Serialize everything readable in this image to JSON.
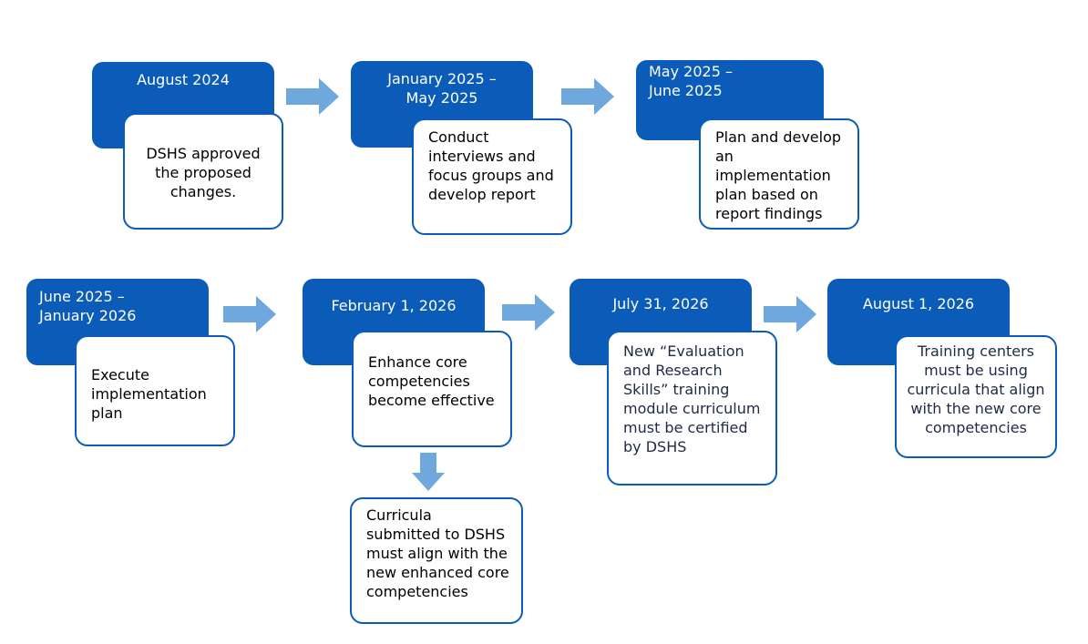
{
  "colors": {
    "header_fill": "#0a5cb8",
    "card_border": "#0a5cb8",
    "arrow_fill": "#6fa8dc"
  },
  "milestones": [
    {
      "date": "August 2024",
      "text": "DSHS approved the proposed changes."
    },
    {
      "date": "January 2025 – May 2025",
      "text": "Conduct interviews and focus groups and develop report"
    },
    {
      "date": "May 2025 – June 2025",
      "text": "Plan and develop an implementation plan based on report findings"
    },
    {
      "date": "June 2025 – January 2026",
      "text": "Execute implementation plan"
    },
    {
      "date": "February 1, 2026",
      "text": "Enhance core competencies become effective"
    },
    {
      "date": "July 31, 2026",
      "text": "New “Evaluation and Research Skills” training module curriculum must be certified by DSHS"
    },
    {
      "date": "August 1, 2026",
      "text": "Training centers must be using curricula that align with the new core competencies"
    }
  ],
  "sub_note": {
    "text": "Curricula submitted to DSHS must align with the new enhanced core competencies"
  }
}
